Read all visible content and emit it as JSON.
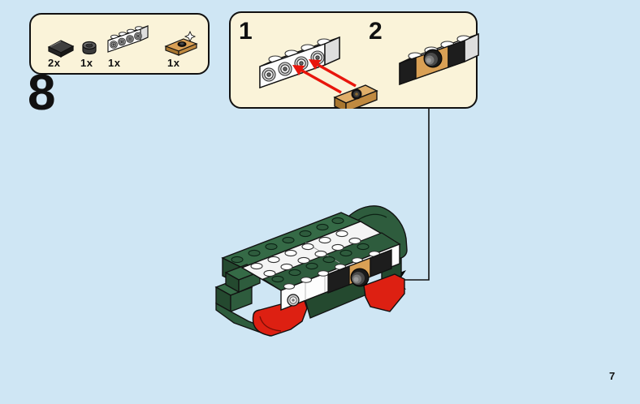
{
  "page": {
    "number": "7"
  },
  "step": {
    "number": "8"
  },
  "parts_box": {
    "items": [
      {
        "name": "dark-gray-tile",
        "count": "2x"
      },
      {
        "name": "dark-gray-round-plate",
        "count": "1x"
      },
      {
        "name": "white-brick-1x4-side-studs",
        "count": "1x"
      },
      {
        "name": "pearl-gold-plate-with-lens",
        "count": "1x"
      }
    ]
  },
  "substeps": {
    "first": {
      "label": "1"
    },
    "second": {
      "label": "2"
    }
  },
  "colors": {
    "background": "#cfe6f4",
    "callout_fill": "#faf3d9",
    "outline": "#111111",
    "lego_green": "#2e5c3d",
    "lego_green_dark": "#24492f",
    "lego_red": "#dd2012",
    "lego_gold": "#d9a055",
    "arrow_red": "#e8160c"
  }
}
